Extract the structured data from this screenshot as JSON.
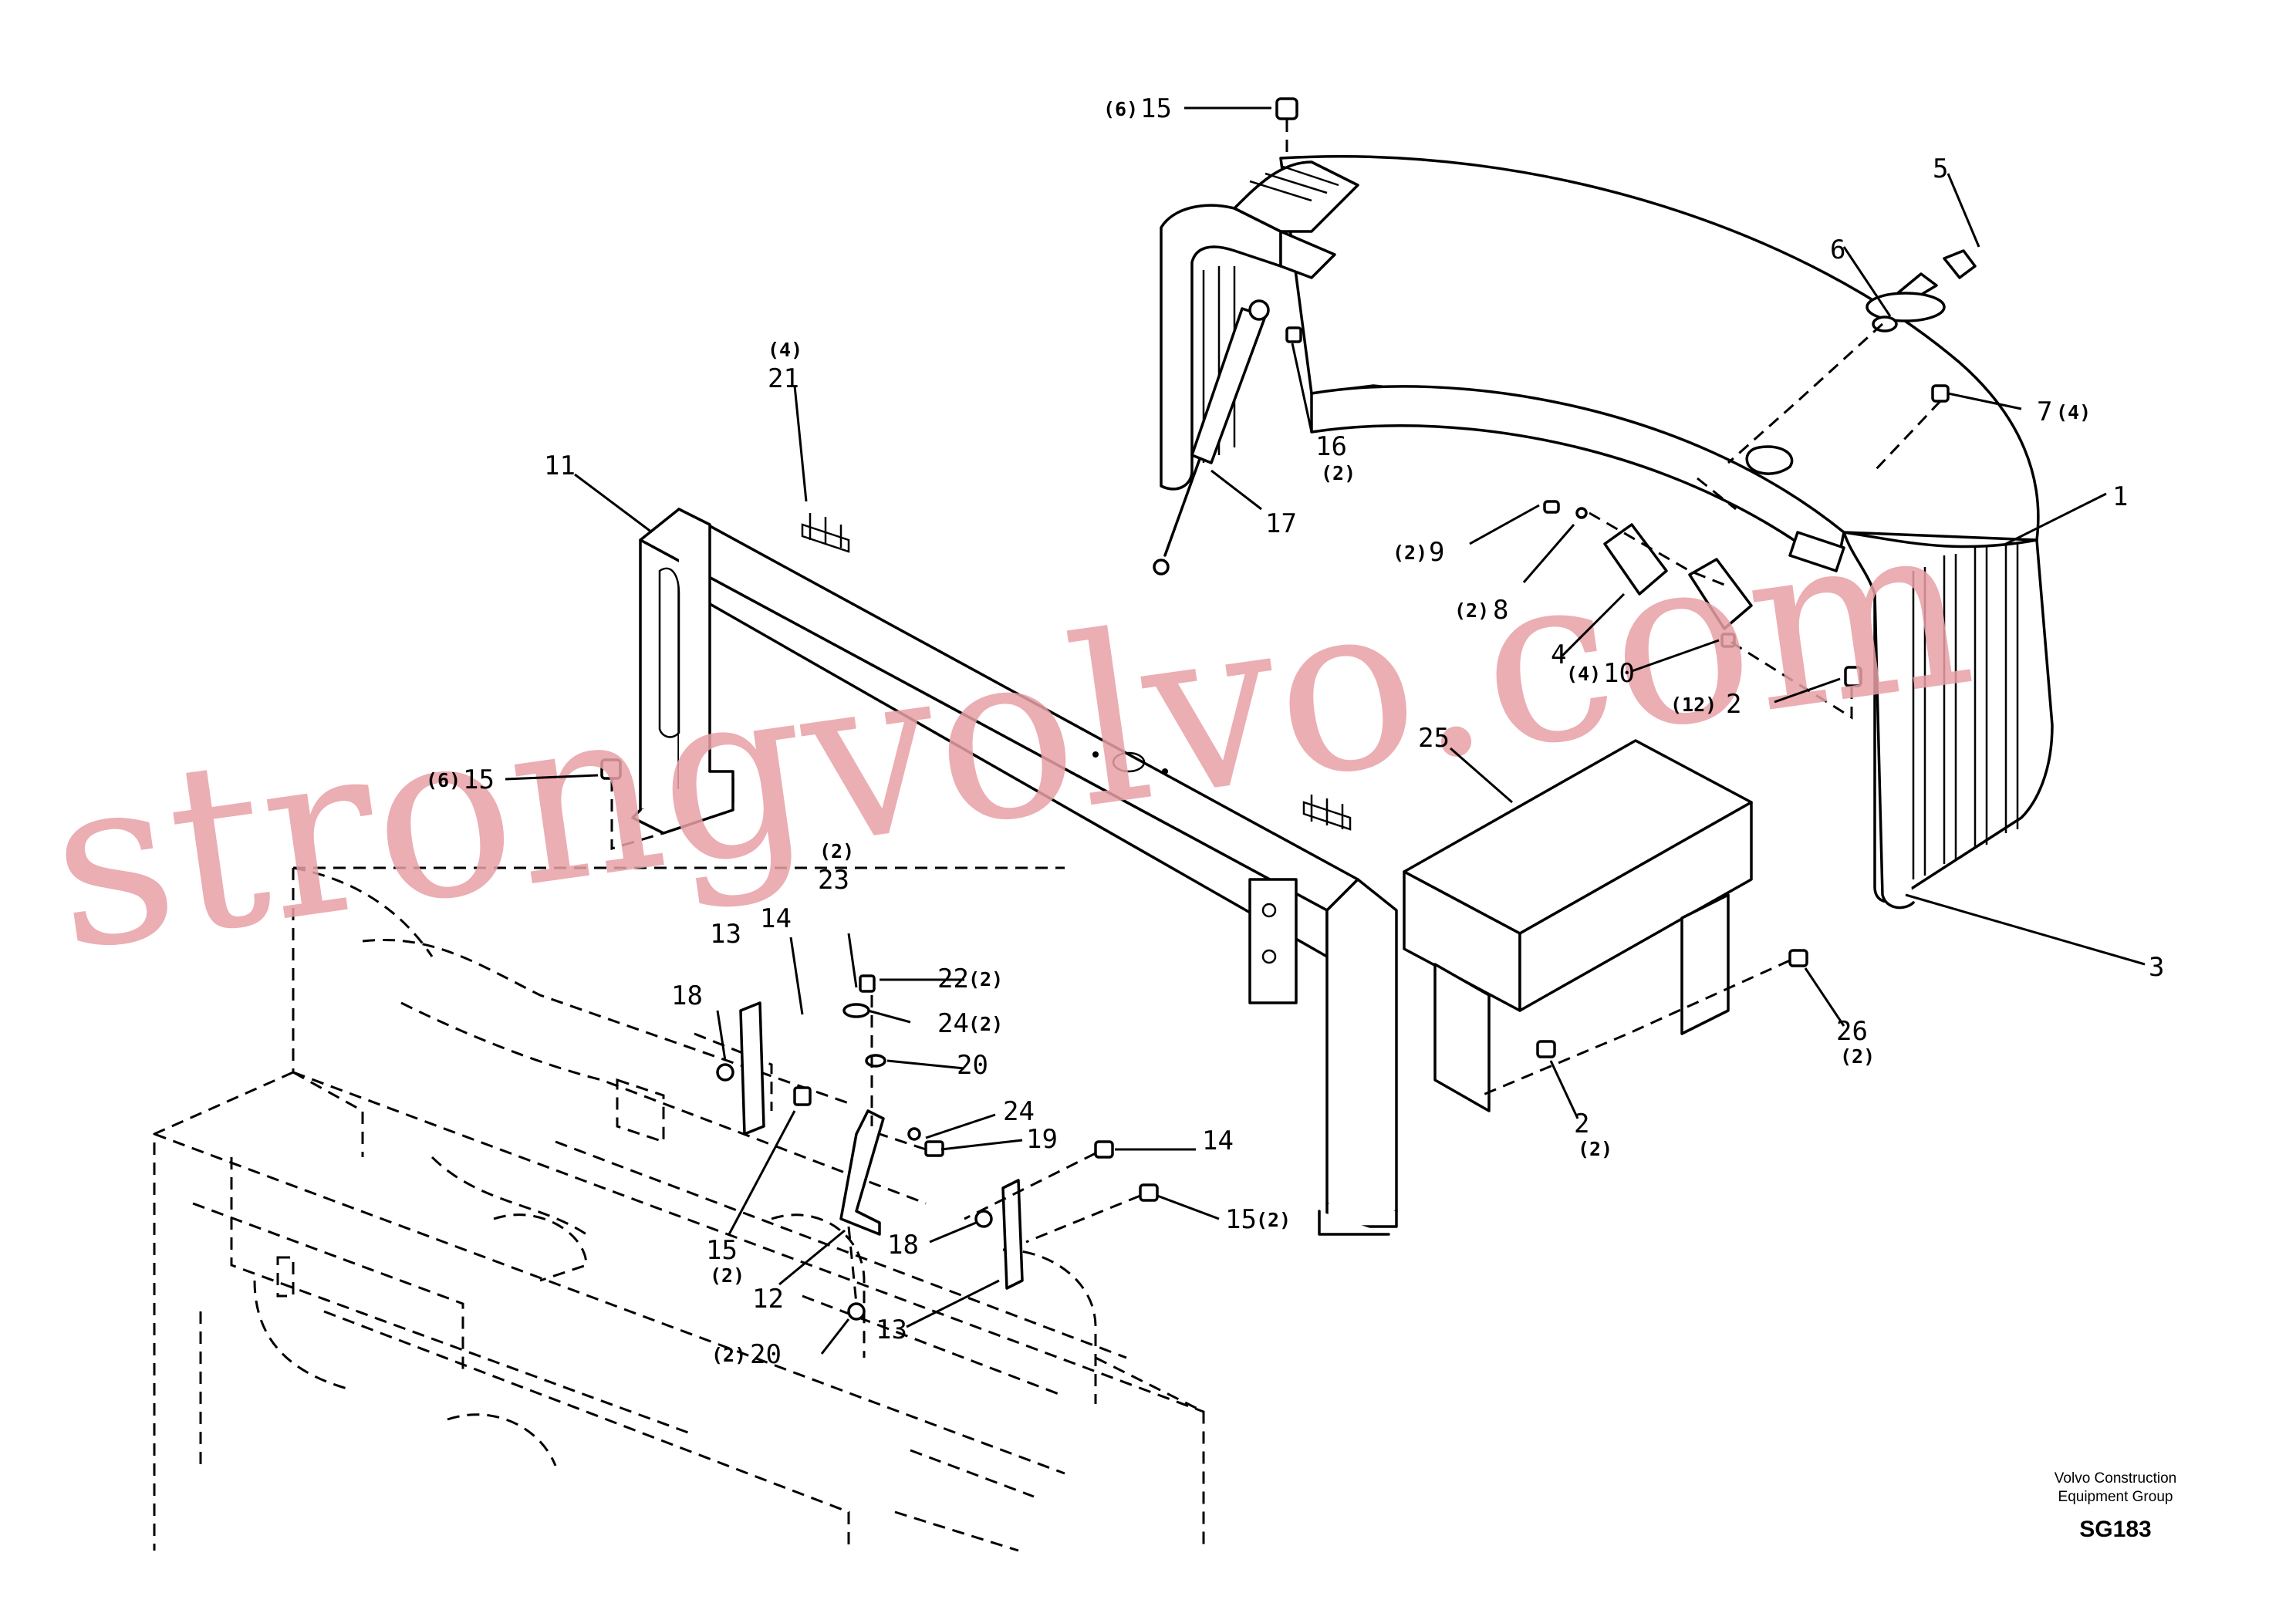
{
  "diagram": {
    "callouts": {
      "c1": "1",
      "c2a": "2",
      "c2b": "2",
      "c3": "3",
      "c4": "4",
      "c5": "5",
      "c6": "6",
      "c7": "7",
      "c8": "8",
      "c9": "9",
      "c10": "10",
      "c11": "11",
      "c12": "12",
      "c13a": "13",
      "c13b": "13",
      "c14a": "14",
      "c14b": "14",
      "c15a": "15",
      "c15b": "15",
      "c15c": "15",
      "c15d": "15",
      "c16": "16",
      "c17": "17",
      "c18a": "18",
      "c18b": "18",
      "c19": "19",
      "c20a": "20",
      "c20b": "20",
      "c21": "21",
      "c22": "22",
      "c23": "23",
      "c24a": "24",
      "c24b": "24",
      "c25": "25",
      "c26": "26"
    },
    "quantities": {
      "q15_top": "(6)",
      "q7": "(4)",
      "q16": "(2)",
      "q21": "(4)",
      "q9": "(2)",
      "q8": "(2)",
      "q10": "(4)",
      "q2": "(12)",
      "q15_left": "(6)",
      "q23": "(2)",
      "q22": "(2)",
      "q24": "(2)",
      "q15_low": "(2)",
      "q15_right": "(2)",
      "q26": "(2)",
      "q2b": "(2)",
      "q20": "(2)"
    }
  },
  "watermark": "strongvolvo.com",
  "footer": {
    "company_line1": "Volvo Construction",
    "company_line2": "Equipment Group",
    "drawing_code": "SG183"
  }
}
